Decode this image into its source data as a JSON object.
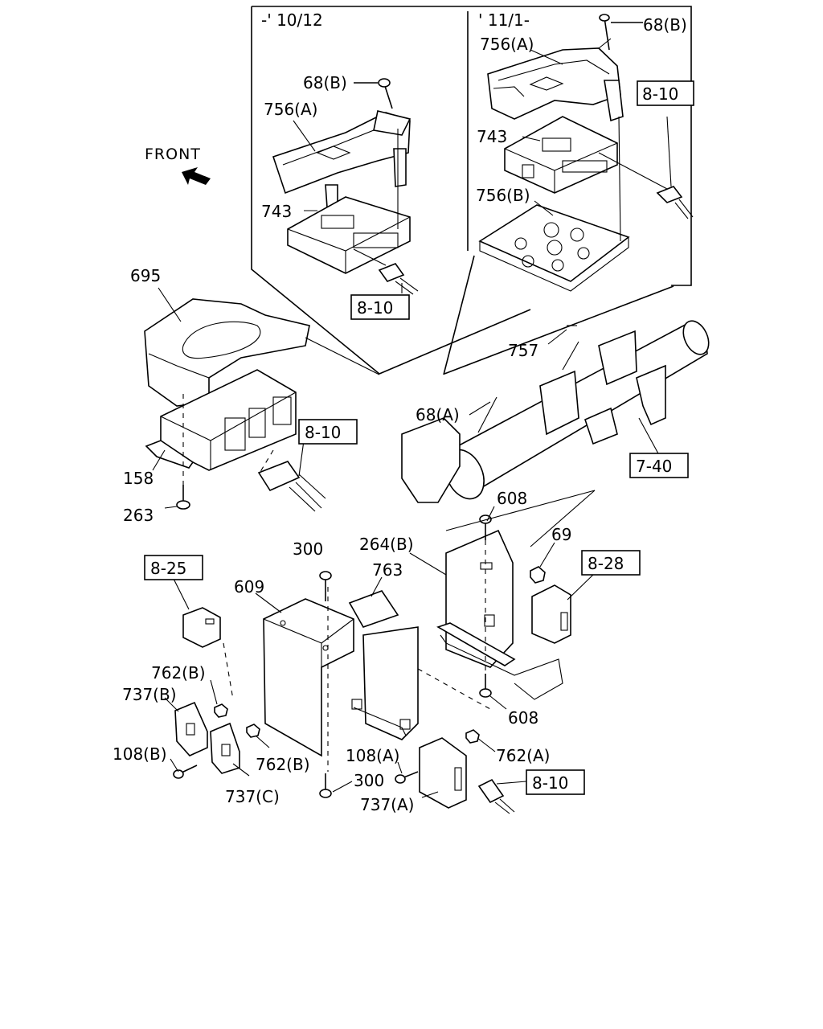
{
  "insets": {
    "left_period": "-' 10/12",
    "right_period": "' 11/1-"
  },
  "front_label": "FRONT",
  "refs": {
    "r1": "8-10",
    "r2": "8-10",
    "r3": "8-10",
    "r4": "7-40",
    "r5": "8-25",
    "r6": "8-28",
    "r7": "8-10"
  },
  "parts": {
    "p68b_right": "68(B)",
    "p756a_right": "756(A)",
    "p743_right": "743",
    "p756b_right": "756(B)",
    "p68b_left": "68(B)",
    "p756a_left": "756(A)",
    "p743_left": "743",
    "p695": "695",
    "p757": "757",
    "p68a": "68(A)",
    "p158": "158",
    "p263": "263",
    "p608_top": "608",
    "p69": "69",
    "p300_top": "300",
    "p264b": "264(B)",
    "p763": "763",
    "p609": "609",
    "p762b_upper": "762(B)",
    "p737b": "737(B)",
    "p108b": "108(B)",
    "p762b_lower": "762(B)",
    "p737c": "737(C)",
    "p608_bottom": "608",
    "p108a": "108(A)",
    "p762a": "762(A)",
    "p300_bottom": "300",
    "p737a": "737(A)"
  }
}
